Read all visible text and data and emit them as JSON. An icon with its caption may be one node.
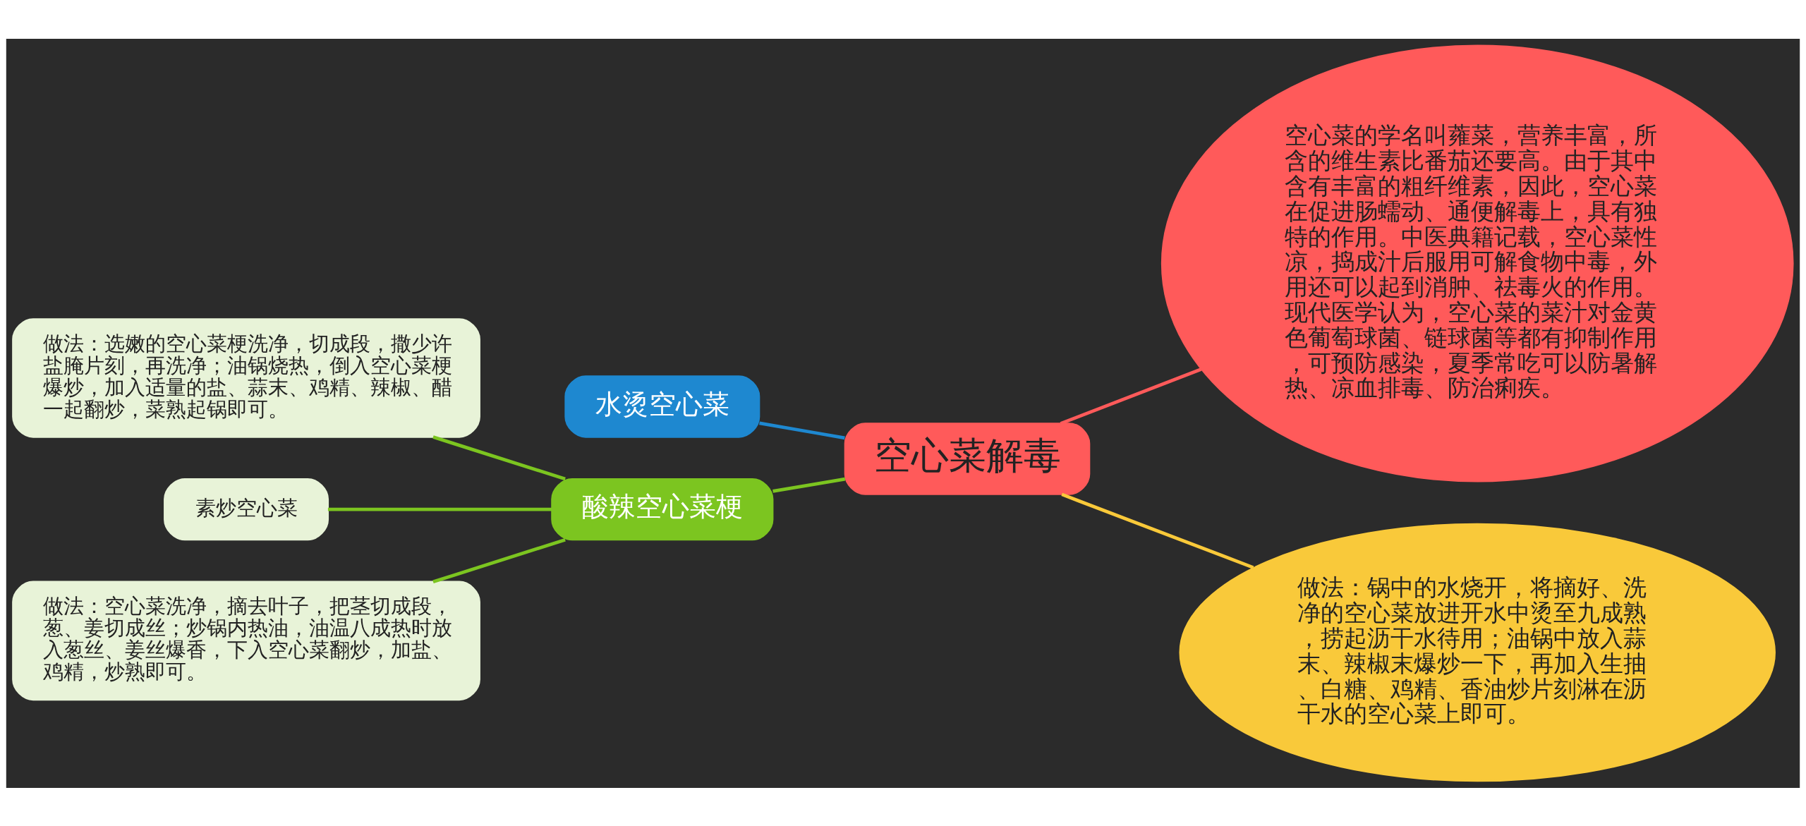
{
  "diagram": {
    "nodes": [
      {
        "text": [
          "空心菜解毒"
        ]
      },
      {
        "text": [
          "水烫空心菜"
        ]
      },
      {
        "text": [
          "酸辣空心菜梗"
        ]
      },
      {
        "text": [
          "做法：选嫩的空心菜梗洗净，切成段，撒少许盐腌片刻，再洗净；油锅烧热，倒入空心菜梗爆炒，加入适量的盐、蒜末、鸡精、辣椒、醋一起翻炒，菜熟起锅即可。"
        ]
      },
      {
        "text": [
          "素炒空心菜"
        ]
      },
      {
        "text": [
          "做法：空心菜洗净，摘去叶子，把茎切成段，葱、姜切成丝；炒锅内热油，油温八成热时放入葱丝、姜丝爆香，下入空心菜翻炒，加盐、鸡精，炒熟即可。"
        ]
      },
      {
        "text": [
          "空心菜的学名叫蕹菜，营养丰富，所含的维生素比番茄还要高。由于其中含有丰富的粗纤维素，因此，空心菜在促进肠蠕动、通便解毒上，具有独特的作用。中医典籍记载，空心菜性凉，捣成汁后服用可解食物中毒，外用还可以起到消肿、祛毒火的作用。现代医学认为，空心菜的菜汁对金黄色葡萄球菌、链球菌等都有抑制作用，可预防感染，夏季常吃可以防暑解热、凉血排毒、防治痢疾。"
        ]
      },
      {
        "text": [
          "做法：锅中的水烧开，将摘好、洗净的空心菜放进开水中烫至九成熟，捞起沥干水待用；油锅中放入蒜末、辣椒末爆炒一下，再加入生抽、白糖、鸡精、香油炒片刻淋在沥干水的空心菜上即可。"
        ]
      }
    ],
    "edges": [
      {
        "from": 0,
        "to": 1,
        "arrow": "none",
        "color": "#1e88d0"
      },
      {
        "from": 0,
        "to": 2,
        "arrow": "none"
      },
      {
        "from": 2,
        "to": 3,
        "arrow": "none"
      },
      {
        "from": 2,
        "to": 4,
        "arrow": "none"
      },
      {
        "from": 2,
        "to": 5,
        "arrow": "none"
      },
      {
        "from": 0,
        "to": 6,
        "arrow": "none",
        "color": "#ff5a5a"
      },
      {
        "from": 0,
        "to": 7,
        "arrow": "none",
        "color": "#f9c93a"
      }
    ]
  }
}
